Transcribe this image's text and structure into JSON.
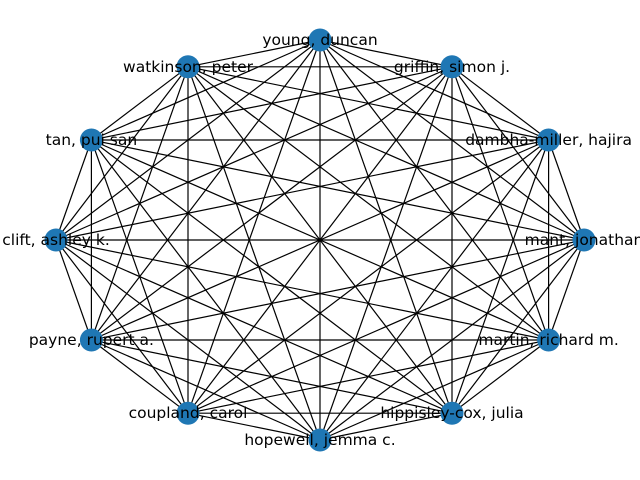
{
  "graph": {
    "type": "complete-network",
    "node_color": "#1f77b4",
    "edge_color": "#000000",
    "background": "#ffffff",
    "nodes": [
      {
        "id": "young-duncan",
        "label": "young, duncan"
      },
      {
        "id": "watkinson-peter",
        "label": "watkinson, peter"
      },
      {
        "id": "tan-pui-san",
        "label": "tan, pui san"
      },
      {
        "id": "clift-ashley-k",
        "label": "clift, ashley k."
      },
      {
        "id": "payne-rupert-a",
        "label": "payne, rupert a."
      },
      {
        "id": "coupland-carol",
        "label": "coupland, carol"
      },
      {
        "id": "hopewell-jemma-c",
        "label": "hopewell, jemma c."
      },
      {
        "id": "hippisley-cox-julia",
        "label": "hippisley-cox, julia"
      },
      {
        "id": "martin-richard-m",
        "label": "martin, richard m."
      },
      {
        "id": "mant-jonathan",
        "label": "mant, jonathan"
      },
      {
        "id": "dambha-miller-hajira",
        "label": "dambha-miller, hajira"
      },
      {
        "id": "griffin-simon-j",
        "label": "griffin, simon j."
      }
    ],
    "edges": "all-pairs"
  }
}
